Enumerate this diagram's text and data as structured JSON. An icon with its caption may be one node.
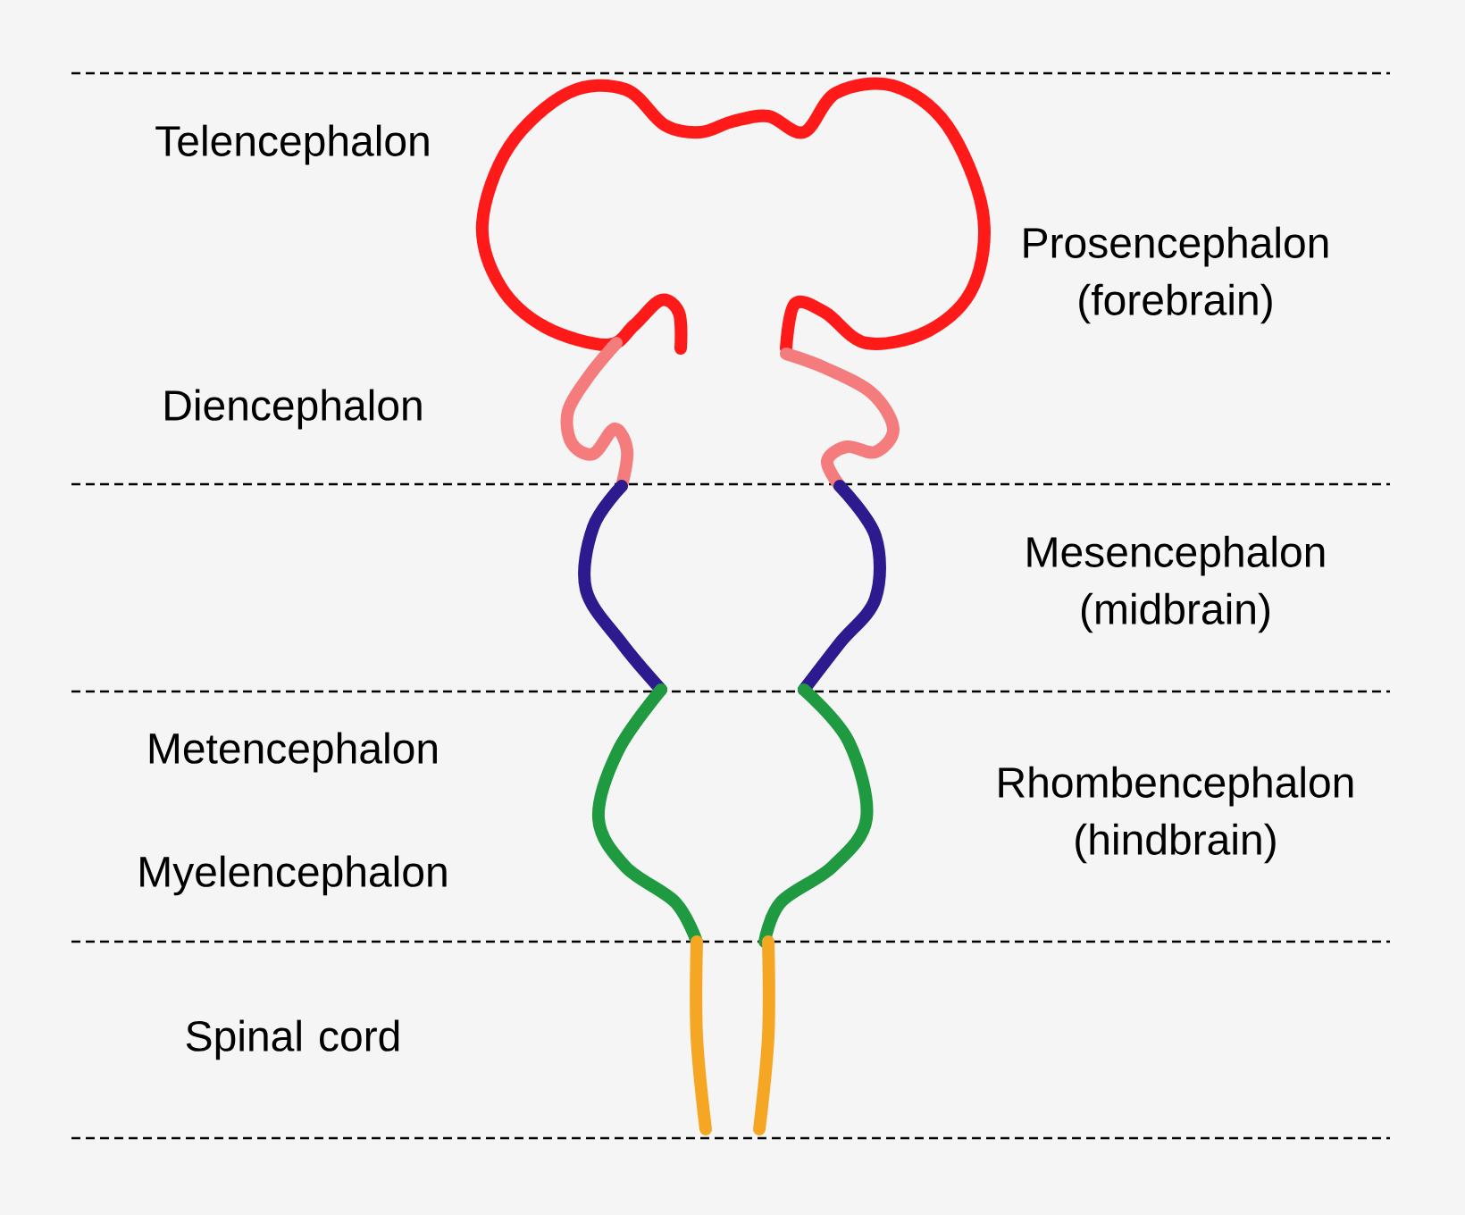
{
  "diagram": {
    "labels": [
      "Telencephalon",
      "Prosencephalon (forebrain)",
      "Diencephalon",
      "Mesencephalon (midbrain)",
      "Metencephalon",
      "Rhombencephalon (hindbrain)",
      "Myelencephalon",
      "Spinal cord"
    ]
  }
}
